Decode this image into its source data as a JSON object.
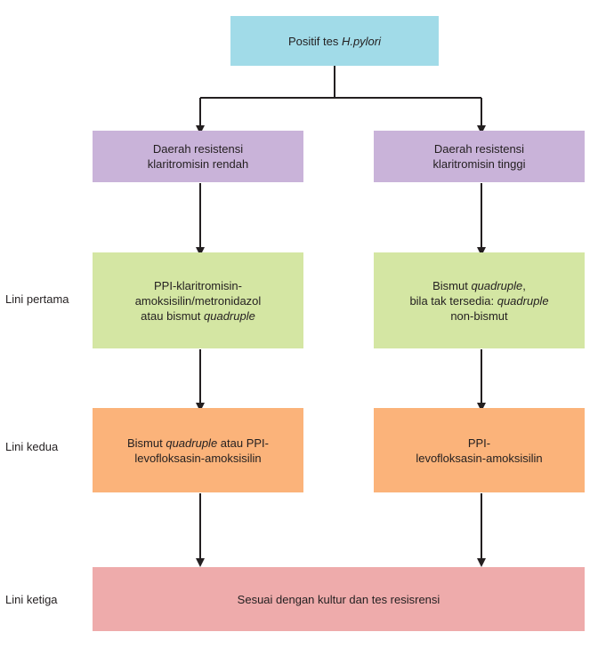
{
  "colors": {
    "top": "#a1dbe8",
    "resistance": "#c9b3d9",
    "first_line": "#d4e6a3",
    "second_line": "#fbb37a",
    "third_line": "#eeabab",
    "line": "#231f20"
  },
  "row_labels": {
    "first": "Lini pertama",
    "second": "Lini kedua",
    "third": "Lini ketiga"
  },
  "top": {
    "prefix": "Positif tes ",
    "italic": "H.pylori"
  },
  "left": {
    "resistance": {
      "line1": "Daerah resistensi",
      "line2": "klaritromisin rendah"
    },
    "first_line": {
      "line1": "PPI-klaritromisin-",
      "line2": "amoksisilin/metronidazol",
      "line3_prefix": "atau bismut ",
      "line3_italic": "quadruple"
    },
    "second_line": {
      "line1_prefix": "Bismut ",
      "line1_italic": "quadruple",
      "line1_suffix": " atau PPI-",
      "line2": "levofloksasin-amoksisilin"
    }
  },
  "right": {
    "resistance": {
      "line1": "Daerah resistensi",
      "line2": "klaritromisin tinggi"
    },
    "first_line": {
      "line1_prefix": "Bismut ",
      "line1_italic": "quadruple",
      "line1_suffix": ",",
      "line2_prefix": "bila tak tersedia: ",
      "line2_italic": "quadruple",
      "line3": "non-bismut"
    },
    "second_line": {
      "line1": "PPI-",
      "line2": "levofloksasin-amoksisilin"
    }
  },
  "bottom": {
    "text": "Sesuai dengan kultur dan tes resisrensi"
  }
}
